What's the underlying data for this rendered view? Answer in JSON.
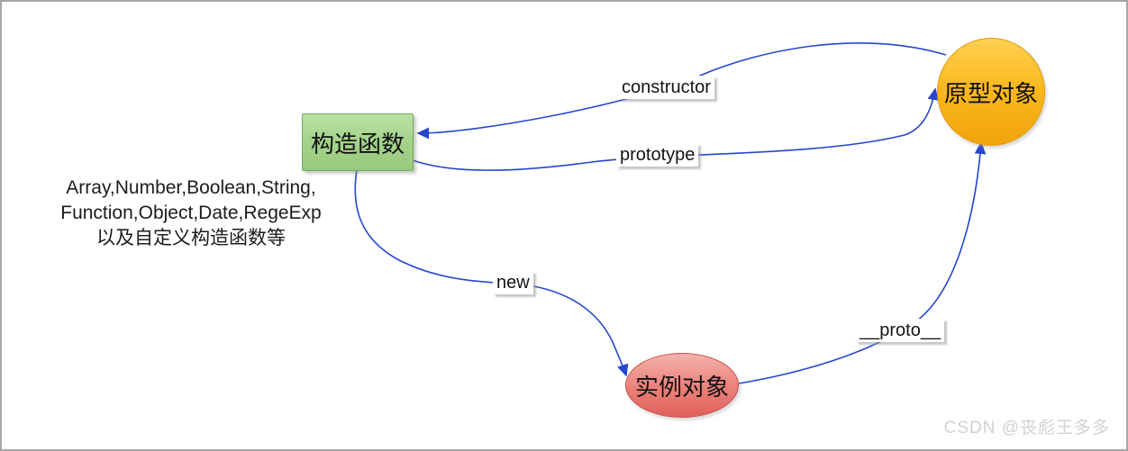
{
  "diagram": {
    "title_hint": "JavaScript 构造函数 / 原型对象 / 实例对象 关系图",
    "nodes": {
      "constructor_function": {
        "label": "构造函数",
        "shape": "rectangle",
        "fill": "#a5d48b",
        "border": "#76a75c"
      },
      "prototype_object": {
        "label": "原型对象",
        "shape": "circle",
        "fill": "#fbb71d",
        "border": "#dd9b0f"
      },
      "instance_object": {
        "label": "实例对象",
        "shape": "ellipse",
        "fill": "#ea8079",
        "border": "#c9504b"
      }
    },
    "edges": {
      "constructor": {
        "label": "constructor",
        "from": "prototype_object",
        "to": "constructor_function"
      },
      "prototype": {
        "label": "prototype",
        "from": "constructor_function",
        "to": "prototype_object"
      },
      "new": {
        "label": "new",
        "from": "constructor_function",
        "to": "instance_object"
      },
      "proto": {
        "label": "__proto__",
        "from": "instance_object",
        "to": "prototype_object"
      }
    },
    "note": {
      "line1": "Array,Number,Boolean,String,",
      "line2": "Function,Object,Date,RegeExp",
      "line3": "以及自定义构造函数等"
    },
    "watermark": "CSDN @丧彪王多多",
    "arrow_color": "#2646cf",
    "frame_border_color": "#a6a6a6"
  }
}
